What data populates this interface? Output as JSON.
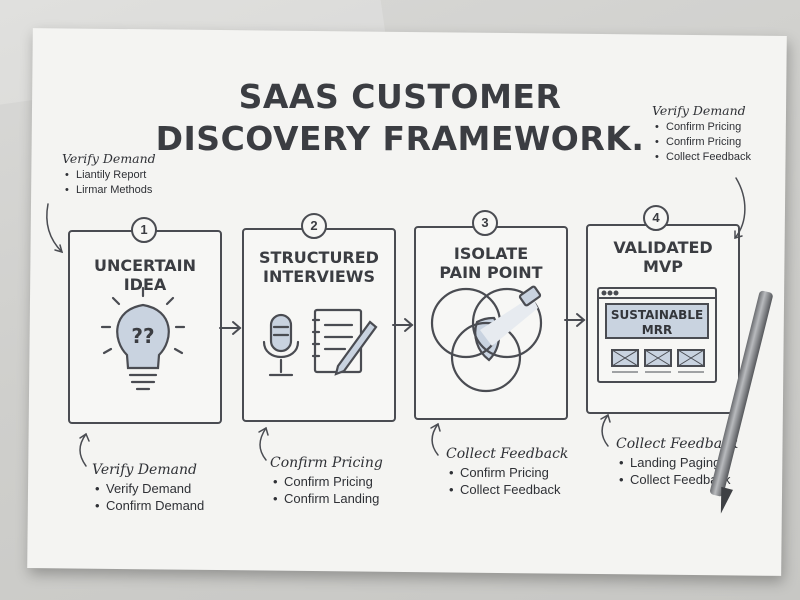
{
  "title_line1": "SAAS CUSTOMER",
  "title_line2": "DISCOVERY FRAMEWORK.",
  "top_left_note": {
    "heading": "Verify Demand",
    "items": [
      "Liantily Report",
      "Lirmar Methods"
    ]
  },
  "top_right_note": {
    "heading": "Verify Demand",
    "items": [
      "Confirm Pricing",
      "Confirm Pricing",
      "Collect Feedback"
    ]
  },
  "steps": [
    {
      "number": "1",
      "line1": "UNCERTAIN",
      "line2": "IDEA",
      "icon": "lightbulb-question-icon"
    },
    {
      "number": "2",
      "line1": "STRUCTURED",
      "line2": "INTERVIEWS",
      "icon": "microphone-notepad-icon"
    },
    {
      "number": "3",
      "line1": "ISOLATE",
      "line2": "PAIN POINT",
      "icon": "venn-spotlight-icon"
    },
    {
      "number": "4",
      "line1": "VALIDATED",
      "line2": "MVP",
      "icon": "browser-window-icon",
      "screen_line1": "SUSTAINABLE",
      "screen_line2": "MRR"
    }
  ],
  "bottom_notes": [
    {
      "heading": "Verify Demand",
      "items": [
        "Verify Demand",
        "Confirm Demand"
      ]
    },
    {
      "heading": "Confirm Pricing",
      "items": [
        "Confirm Pricing",
        "Confirm Landing"
      ]
    },
    {
      "heading": "Collect Feedback",
      "items": [
        "Confirm Pricing",
        "Collect Feedback"
      ]
    },
    {
      "heading": "Collect Feedback",
      "items": [
        "Landing Paging",
        "Collect Feedback"
      ]
    }
  ],
  "icon_glyph": "??",
  "colors": {
    "ink": "#4a4c52",
    "accent_fill": "#c9d3e0",
    "paper": "#f4f4f2"
  }
}
